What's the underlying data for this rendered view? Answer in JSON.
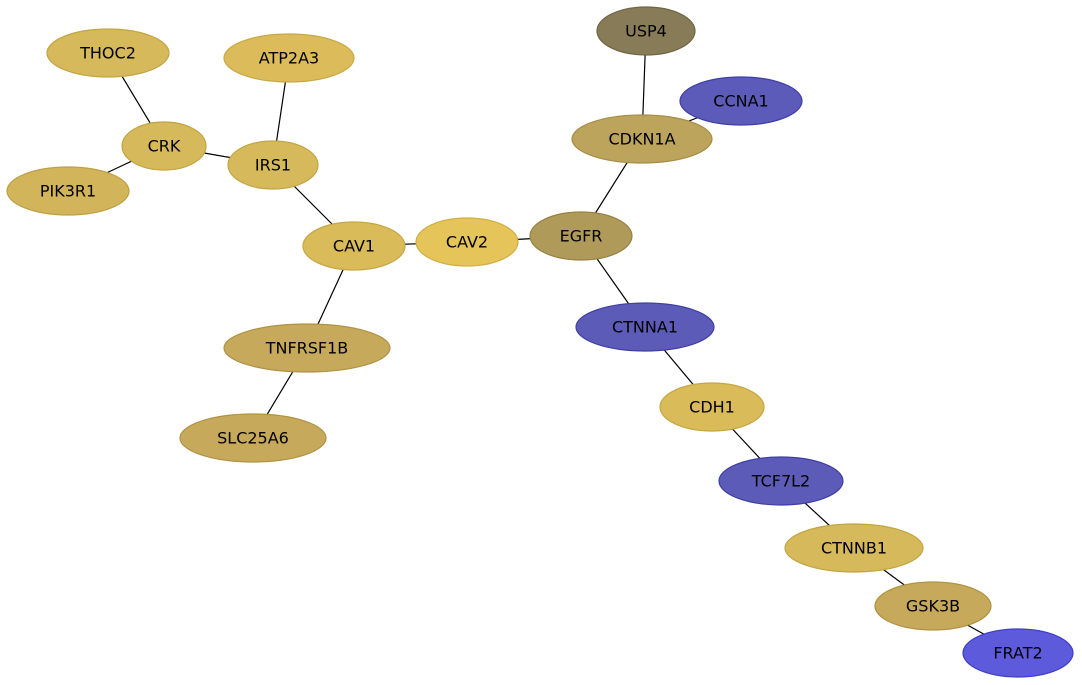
{
  "network": {
    "nodes": [
      {
        "id": "THOC2",
        "label": "THOC2",
        "fill": "#d6b95a",
        "stroke": "#c2a443"
      },
      {
        "id": "ATP2A3",
        "label": "ATP2A3",
        "fill": "#dcbc5a",
        "stroke": "#c8a844"
      },
      {
        "id": "USP4",
        "label": "USP4",
        "fill": "#877b58",
        "stroke": "#6f6444"
      },
      {
        "id": "CCNA1",
        "label": "CCNA1",
        "fill": "#5c5bba",
        "stroke": "#3f3ea6"
      },
      {
        "id": "CDKN1A",
        "label": "CDKN1A",
        "fill": "#bda45d",
        "stroke": "#a68d46"
      },
      {
        "id": "CRK",
        "label": "CRK",
        "fill": "#d6b95a",
        "stroke": "#c2a443"
      },
      {
        "id": "IRS1",
        "label": "IRS1",
        "fill": "#d6b95a",
        "stroke": "#c2a443"
      },
      {
        "id": "PIK3R1",
        "label": "PIK3R1",
        "fill": "#d2b55a",
        "stroke": "#be9f43"
      },
      {
        "id": "CAV1",
        "label": "CAV1",
        "fill": "#d9bb5a",
        "stroke": "#c5a643"
      },
      {
        "id": "CAV2",
        "label": "CAV2",
        "fill": "#e5c45a",
        "stroke": "#d1ae43"
      },
      {
        "id": "EGFR",
        "label": "EGFR",
        "fill": "#b09a5a",
        "stroke": "#988243"
      },
      {
        "id": "CTNNA1",
        "label": "CTNNA1",
        "fill": "#5c5bb8",
        "stroke": "#3f3ea4"
      },
      {
        "id": "TNFRSF1B",
        "label": "TNFRSF1B",
        "fill": "#c6a95b",
        "stroke": "#b09244"
      },
      {
        "id": "SLC25A6",
        "label": "SLC25A6",
        "fill": "#c6a95b",
        "stroke": "#b09244"
      },
      {
        "id": "CDH1",
        "label": "CDH1",
        "fill": "#d9bb5a",
        "stroke": "#c5a643"
      },
      {
        "id": "TCF7L2",
        "label": "TCF7L2",
        "fill": "#5c5bb8",
        "stroke": "#3f3ea4"
      },
      {
        "id": "CTNNB1",
        "label": "CTNNB1",
        "fill": "#d6b95a",
        "stroke": "#c2a443"
      },
      {
        "id": "GSK3B",
        "label": "GSK3B",
        "fill": "#c6a95b",
        "stroke": "#b09244"
      },
      {
        "id": "FRAT2",
        "label": "FRAT2",
        "fill": "#5d5bdb",
        "stroke": "#3f3ec6"
      }
    ],
    "edges": [
      [
        "THOC2",
        "CRK"
      ],
      [
        "CRK",
        "PIK3R1"
      ],
      [
        "CRK",
        "IRS1"
      ],
      [
        "ATP2A3",
        "IRS1"
      ],
      [
        "IRS1",
        "CAV1"
      ],
      [
        "CAV1",
        "CAV2"
      ],
      [
        "CAV1",
        "TNFRSF1B"
      ],
      [
        "TNFRSF1B",
        "SLC25A6"
      ],
      [
        "CAV2",
        "EGFR"
      ],
      [
        "EGFR",
        "CDKN1A"
      ],
      [
        "USP4",
        "CDKN1A"
      ],
      [
        "CCNA1",
        "CDKN1A"
      ],
      [
        "EGFR",
        "CTNNA1"
      ],
      [
        "CTNNA1",
        "CDH1"
      ],
      [
        "CDH1",
        "TCF7L2"
      ],
      [
        "TCF7L2",
        "CTNNB1"
      ],
      [
        "CTNNB1",
        "GSK3B"
      ],
      [
        "GSK3B",
        "FRAT2"
      ]
    ]
  }
}
